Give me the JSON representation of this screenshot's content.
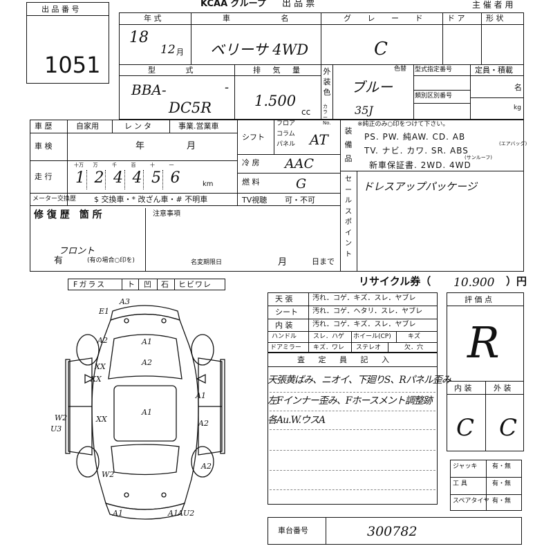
{
  "header": {
    "lot_number_label": "出 品 番 号",
    "lot_number": "1051",
    "group_title": "KCAA グループ",
    "sheet_title": "出 品 票",
    "organizer_label": "主 催 者 用"
  },
  "vehicle": {
    "year_label": "年 式",
    "year_value": "18",
    "month_value": "12",
    "month_suffix": "月",
    "name_label": "車 名",
    "name_value": "ベリーサ 4WD",
    "grade_label": "グ レ ー ド",
    "grade_value": "C",
    "door_label": "ド ア",
    "shape_label": "形 状",
    "model_label": "型 式",
    "model_prefix": "BBA-",
    "model_dash": "-",
    "model_value": "DC5R",
    "displacement_label": "排 気 量",
    "displacement_value": "1.500",
    "displacement_unit": "cc",
    "exterior_color_label": "外装色",
    "color_change_label": "色替",
    "exterior_color_value": "ブルー",
    "color_code": "35J",
    "color_no_label": "カラーNo.",
    "type_designation_label": "型式指定番号",
    "category_label": "類別区別番号",
    "capacity_label": "定員・積載",
    "capacity_unit_people": "名",
    "capacity_unit_kg": "kg"
  },
  "history": {
    "history_label": "車 歴",
    "options": [
      "自家用",
      "レンタ",
      "事業.営業車"
    ],
    "inspection_label": "車 検",
    "inspection_year": "年",
    "inspection_month": "月",
    "mileage_label": "走 行",
    "digit_headers": [
      "十万",
      "万",
      "千",
      "百",
      "十",
      "一"
    ],
    "mileage_digits": [
      "1",
      "2",
      "4",
      "4",
      "5",
      "6"
    ],
    "mileage_unit": "km",
    "meter_label": "メーター交換歴",
    "meter_options": "$ 交換車・* 改ざん車・# 不明車"
  },
  "specs": {
    "shift_label": "シフト",
    "shift_options": [
      "フロア",
      "コラム",
      "パネル"
    ],
    "shift_value": "AT",
    "ac_label": "冷 房",
    "ac_value": "AAC",
    "fuel_label": "燃 料",
    "fuel_value": "G",
    "tv_label": "TV視聴",
    "tv_value": "可・不可"
  },
  "equipment": {
    "label": "装備品",
    "note": "※純正のみ○印をつけて下さい。",
    "row1": "PS. PW. 純AW. CD. AB",
    "row2": "TV. ナビ. カワ. SR. ABS",
    "row3": "新車保証書. 2WD. 4WD",
    "ab_note": "(エアバッグ)",
    "sr_note": "(サンルーフ)"
  },
  "sales_point": {
    "label": "セールスポイント",
    "value": "ドレスアップパッケージ"
  },
  "repair": {
    "label": "修 復 歴　箇 所",
    "front_mark": "フロント",
    "present": "有",
    "note": "(有の場合○印を)"
  },
  "notes": {
    "label": "注意事項",
    "deadline_label": "名変期限日",
    "month": "月",
    "day_until": "日まで"
  },
  "glass": {
    "items": [
      "Fガラス",
      "ト",
      "凹",
      "石",
      "ヒビワレ"
    ]
  },
  "recycle": {
    "label": "リサイクル券（",
    "value": "10.900",
    "suffix": "）円"
  },
  "interior": {
    "rows": [
      {
        "label": "天 張",
        "value": "汚れ．コゲ．キズ．スレ．ヤブレ"
      },
      {
        "label": "シート",
        "value": "汚れ．コゲ．ヘタリ．スレ．ヤブレ"
      },
      {
        "label": "内 装",
        "value": "汚れ．コゲ．キズ．スレ．ヤブレ"
      }
    ],
    "handle_label": "ハンドル",
    "handle_value": "スレ．ハゲ",
    "wheel_label": "ホイール(CP)",
    "wheel_value": "キズ",
    "mirror_label": "ドアミラー",
    "mirror_value": "キズ．ワレ",
    "stereo_label": "ステレオ",
    "stereo_value": "欠．穴"
  },
  "inspector": {
    "label": "査 定 員 記 入",
    "lines": [
      "天張黄ばみ、ニオイ、下廻りS、Rパネル歪み",
      "左Fインナー歪み、Fホースメント調整跡",
      "各Au.W.ウスA"
    ]
  },
  "evaluation": {
    "label": "評 価 点",
    "score": "R",
    "interior_label": "内 装",
    "exterior_label": "外 装",
    "interior_grade": "C",
    "exterior_grade": "C"
  },
  "tools": {
    "rows": [
      {
        "label": "ジャッキ",
        "value": "有・無"
      },
      {
        "label": "工 具",
        "value": "有・無"
      },
      {
        "label": "スペアタイヤ",
        "value": "有・無"
      }
    ]
  },
  "chassis": {
    "label": "車台番号",
    "value": "300782"
  },
  "diagram": {
    "marks": [
      "A3",
      "E1",
      "A2",
      "A1",
      "A2",
      "XX",
      "XX",
      "A1",
      "W2",
      "U3",
      "XX",
      "A2",
      "A1",
      "A2",
      "W2",
      "A1",
      "A1",
      "AU2"
    ]
  }
}
